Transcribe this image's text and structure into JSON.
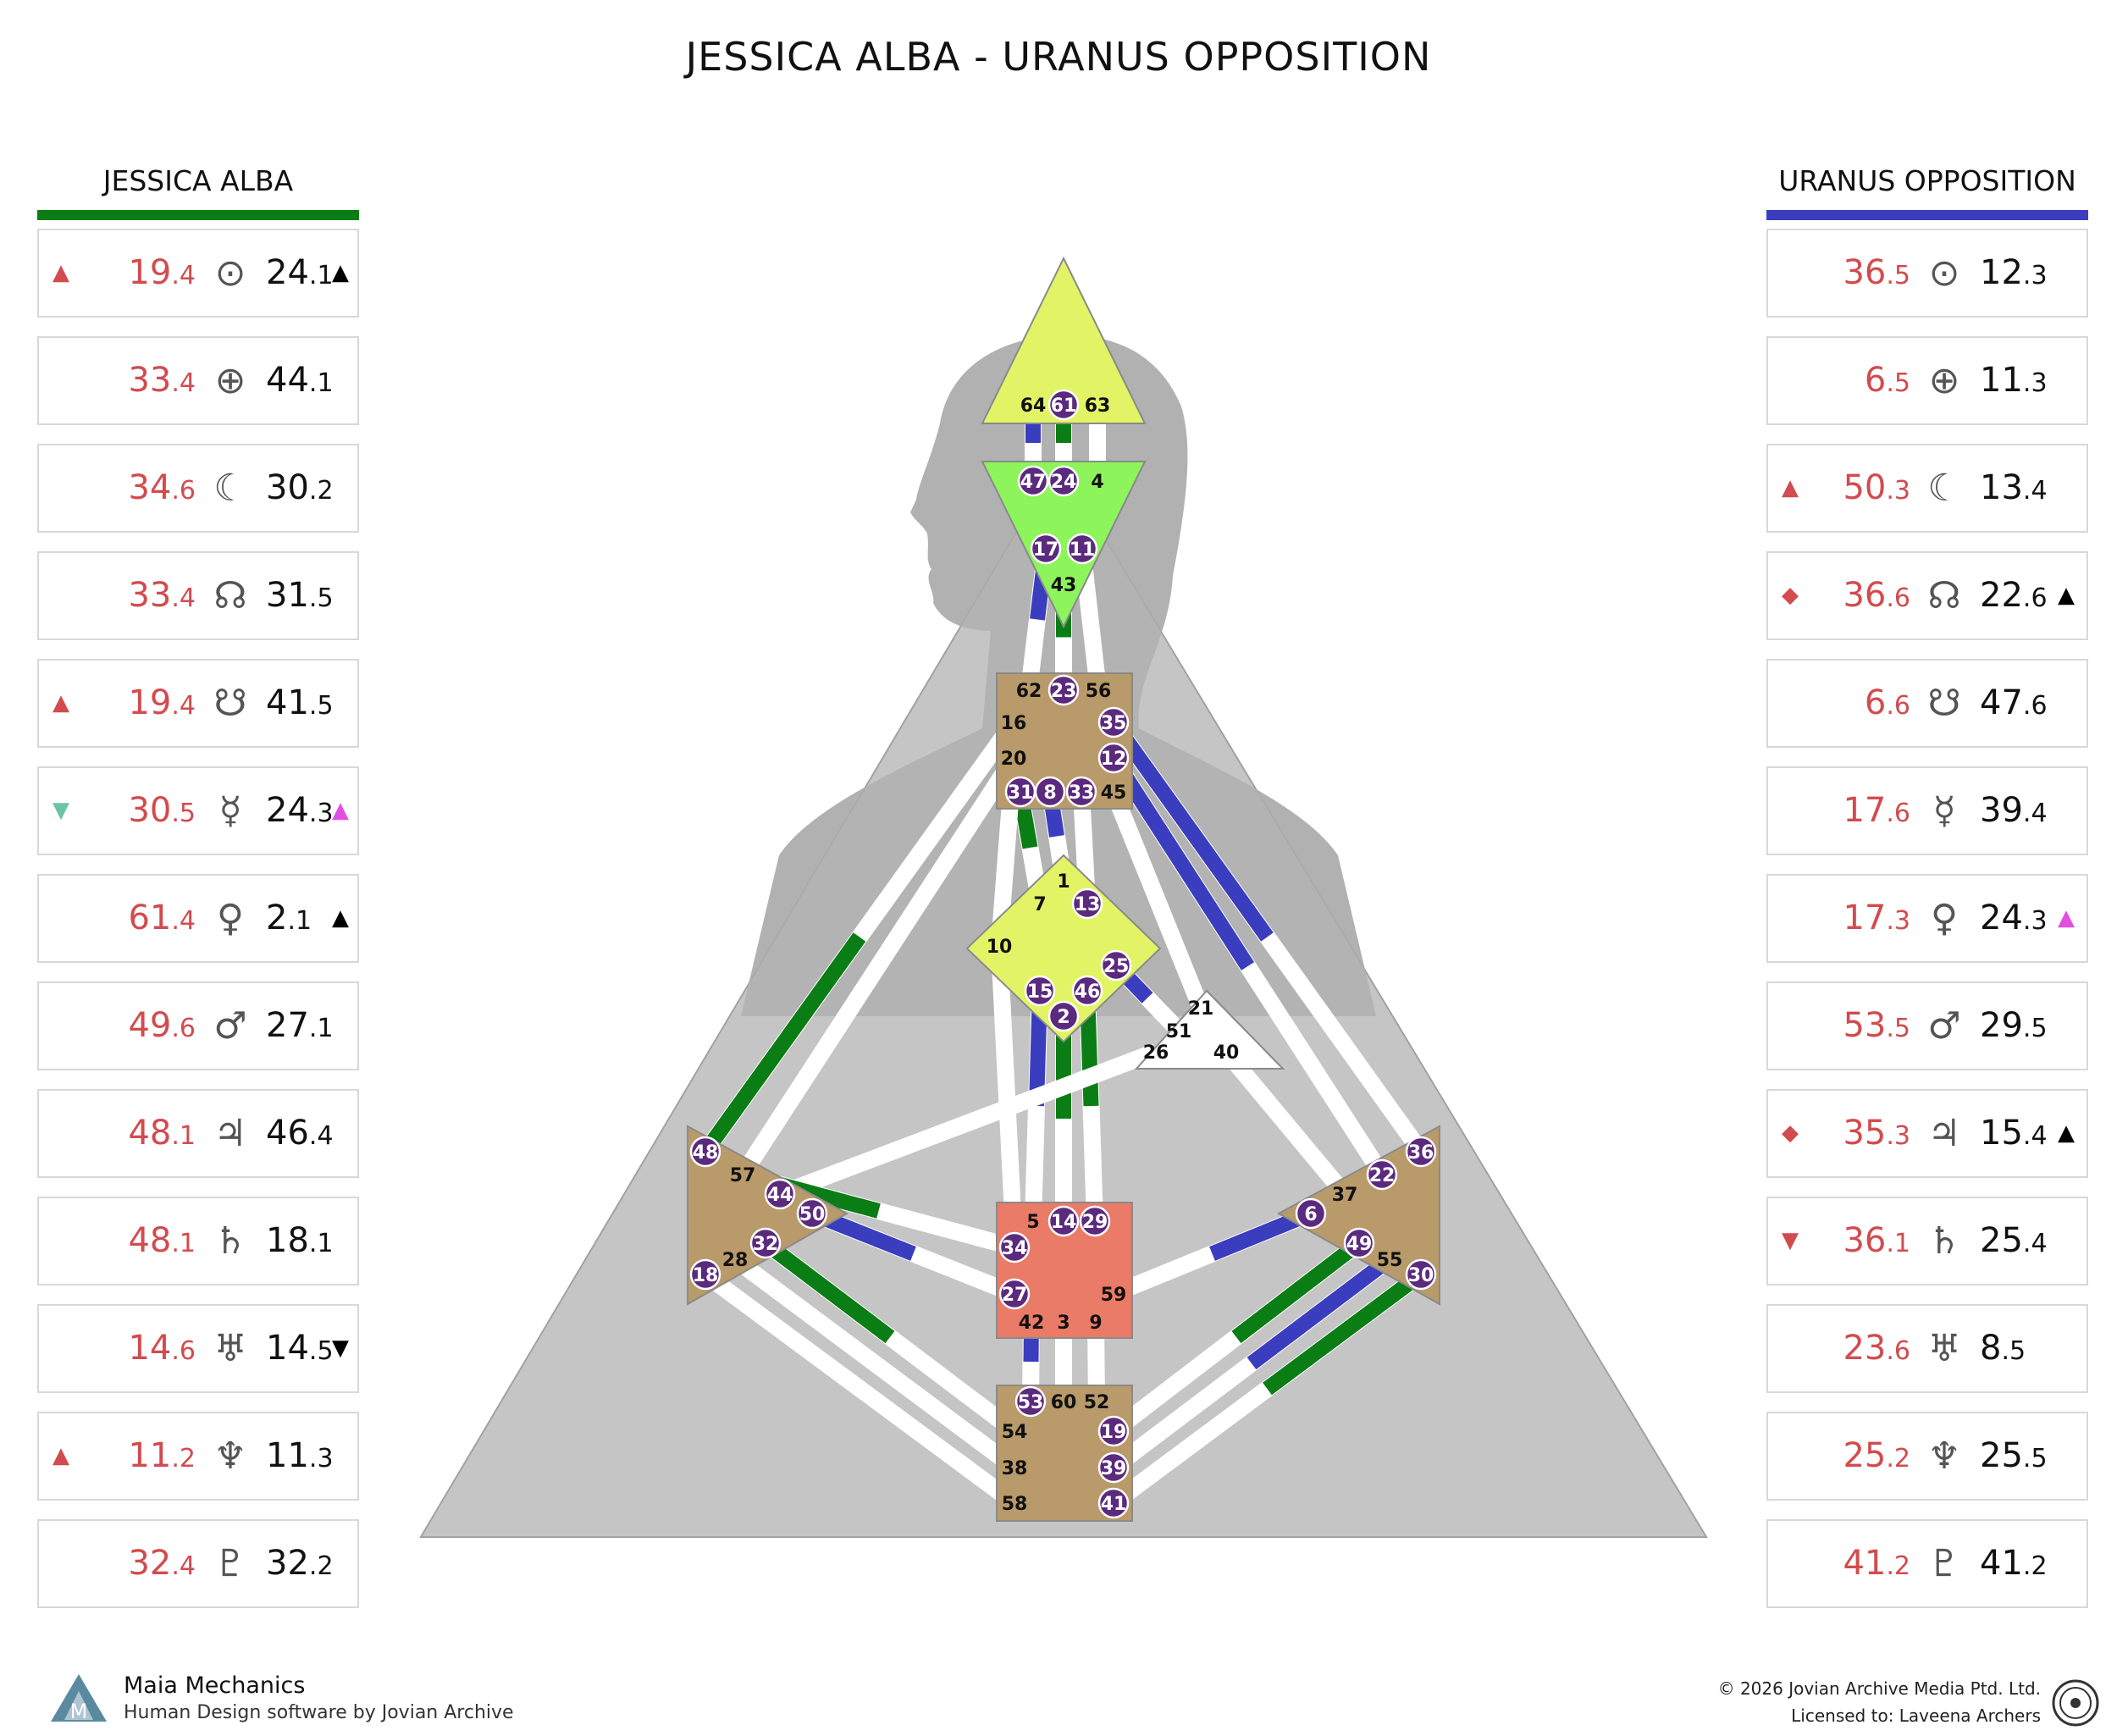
{
  "title": "JESSICA ALBA - URANUS OPPOSITION",
  "colors": {
    "design": "#d24b4e",
    "left_bar": "#0a7d14",
    "right_bar": "#3b3dbf"
  },
  "left": {
    "heading": "JESSICA ALBA",
    "rows": [
      {
        "planet": "sun-icon",
        "glyph": "⊙",
        "d_gate": "19",
        "d_line": ".4",
        "p_gate": "24",
        "p_line": ".1",
        "m1": "▲",
        "m1c": "#d24b4e",
        "m2": "▲",
        "m2c": "#000"
      },
      {
        "planet": "earth-icon",
        "glyph": "⊕",
        "d_gate": "33",
        "d_line": ".4",
        "p_gate": "44",
        "p_line": ".1",
        "m1": "",
        "m1c": "",
        "m2": "",
        "m2c": ""
      },
      {
        "planet": "moon-icon",
        "glyph": "☾",
        "d_gate": "34",
        "d_line": ".6",
        "p_gate": "30",
        "p_line": ".2",
        "m1": "",
        "m1c": "",
        "m2": "",
        "m2c": ""
      },
      {
        "planet": "north-node-icon",
        "glyph": "☊",
        "d_gate": "33",
        "d_line": ".4",
        "p_gate": "31",
        "p_line": ".5",
        "m1": "",
        "m1c": "",
        "m2": "",
        "m2c": ""
      },
      {
        "planet": "south-node-icon",
        "glyph": "☋",
        "d_gate": "19",
        "d_line": ".4",
        "p_gate": "41",
        "p_line": ".5",
        "m1": "▲",
        "m1c": "#d24b4e",
        "m2": "",
        "m2c": ""
      },
      {
        "planet": "mercury-icon",
        "glyph": "☿",
        "d_gate": "30",
        "d_line": ".5",
        "p_gate": "24",
        "p_line": ".3",
        "m1": "▼",
        "m1c": "#6cc4a4",
        "m2": "▲",
        "m2c": "#e24fe0"
      },
      {
        "planet": "venus-icon",
        "glyph": "♀",
        "d_gate": "61",
        "d_line": ".4",
        "p_gate": "2",
        "p_line": ".1",
        "m1": "",
        "m1c": "",
        "m2": "▲",
        "m2c": "#000"
      },
      {
        "planet": "mars-icon",
        "glyph": "♂",
        "d_gate": "49",
        "d_line": ".6",
        "p_gate": "27",
        "p_line": ".1",
        "m1": "",
        "m1c": "",
        "m2": "",
        "m2c": ""
      },
      {
        "planet": "jupiter-icon",
        "glyph": "♃",
        "d_gate": "48",
        "d_line": ".1",
        "p_gate": "46",
        "p_line": ".4",
        "m1": "",
        "m1c": "",
        "m2": "",
        "m2c": ""
      },
      {
        "planet": "saturn-icon",
        "glyph": "♄",
        "d_gate": "48",
        "d_line": ".1",
        "p_gate": "18",
        "p_line": ".1",
        "m1": "",
        "m1c": "",
        "m2": "",
        "m2c": ""
      },
      {
        "planet": "uranus-icon",
        "glyph": "♅",
        "d_gate": "14",
        "d_line": ".6",
        "p_gate": "14",
        "p_line": ".5",
        "m1": "",
        "m1c": "",
        "m2": "▼",
        "m2c": "#000"
      },
      {
        "planet": "neptune-icon",
        "glyph": "♆",
        "d_gate": "11",
        "d_line": ".2",
        "p_gate": "11",
        "p_line": ".3",
        "m1": "▲",
        "m1c": "#d24b4e",
        "m2": "",
        "m2c": ""
      },
      {
        "planet": "pluto-icon",
        "glyph": "♇",
        "d_gate": "32",
        "d_line": ".4",
        "p_gate": "32",
        "p_line": ".2",
        "m1": "",
        "m1c": "",
        "m2": "",
        "m2c": ""
      }
    ]
  },
  "right": {
    "heading": "URANUS OPPOSITION",
    "rows": [
      {
        "planet": "sun-icon",
        "glyph": "⊙",
        "d_gate": "36",
        "d_line": ".5",
        "p_gate": "12",
        "p_line": ".3",
        "m1": "",
        "m1c": "",
        "m2": "",
        "m2c": ""
      },
      {
        "planet": "earth-icon",
        "glyph": "⊕",
        "d_gate": "6",
        "d_line": ".5",
        "p_gate": "11",
        "p_line": ".3",
        "m1": "",
        "m1c": "",
        "m2": "",
        "m2c": ""
      },
      {
        "planet": "moon-icon",
        "glyph": "☾",
        "d_gate": "50",
        "d_line": ".3",
        "p_gate": "13",
        "p_line": ".4",
        "m1": "▲",
        "m1c": "#d24b4e",
        "m2": "",
        "m2c": ""
      },
      {
        "planet": "north-node-icon",
        "glyph": "☊",
        "d_gate": "36",
        "d_line": ".6",
        "p_gate": "22",
        "p_line": ".6",
        "m1": "◆",
        "m1c": "#d24b4e",
        "m2": "▲",
        "m2c": "#000"
      },
      {
        "planet": "south-node-icon",
        "glyph": "☋",
        "d_gate": "6",
        "d_line": ".6",
        "p_gate": "47",
        "p_line": ".6",
        "m1": "",
        "m1c": "",
        "m2": "",
        "m2c": ""
      },
      {
        "planet": "mercury-icon",
        "glyph": "☿",
        "d_gate": "17",
        "d_line": ".6",
        "p_gate": "39",
        "p_line": ".4",
        "m1": "",
        "m1c": "",
        "m2": "",
        "m2c": ""
      },
      {
        "planet": "venus-icon",
        "glyph": "♀",
        "d_gate": "17",
        "d_line": ".3",
        "p_gate": "24",
        "p_line": ".3",
        "m1": "",
        "m1c": "",
        "m2": "▲",
        "m2c": "#e24fe0"
      },
      {
        "planet": "mars-icon",
        "glyph": "♂",
        "d_gate": "53",
        "d_line": ".5",
        "p_gate": "29",
        "p_line": ".5",
        "m1": "",
        "m1c": "",
        "m2": "",
        "m2c": ""
      },
      {
        "planet": "jupiter-icon",
        "glyph": "♃",
        "d_gate": "35",
        "d_line": ".3",
        "p_gate": "15",
        "p_line": ".4",
        "m1": "◆",
        "m1c": "#d24b4e",
        "m2": "▲",
        "m2c": "#000"
      },
      {
        "planet": "saturn-icon",
        "glyph": "♄",
        "d_gate": "36",
        "d_line": ".1",
        "p_gate": "25",
        "p_line": ".4",
        "m1": "▼",
        "m1c": "#d24b4e",
        "m2": "",
        "m2c": ""
      },
      {
        "planet": "uranus-icon",
        "glyph": "♅",
        "d_gate": "23",
        "d_line": ".6",
        "p_gate": "8",
        "p_line": ".5",
        "m1": "",
        "m1c": "",
        "m2": "",
        "m2c": ""
      },
      {
        "planet": "neptune-icon",
        "glyph": "♆",
        "d_gate": "25",
        "d_line": ".2",
        "p_gate": "25",
        "p_line": ".5",
        "m1": "",
        "m1c": "",
        "m2": "",
        "m2c": ""
      },
      {
        "planet": "pluto-icon",
        "glyph": "♇",
        "d_gate": "41",
        "d_line": ".2",
        "p_gate": "41",
        "p_line": ".2",
        "m1": "",
        "m1c": "",
        "m2": "",
        "m2c": ""
      }
    ]
  },
  "bodygraph": {
    "center_colors": {
      "head": "#e2f466",
      "ajna": "#8df45c",
      "throat": "#b99a6a",
      "g": "#e2f466",
      "heart": "#ffffff",
      "spleen": "#b99a6a",
      "solar": "#b99a6a",
      "sacral": "#ea7b67",
      "root": "#b99a6a"
    },
    "active_gates": [
      "61",
      "47",
      "24",
      "17",
      "11",
      "23",
      "35",
      "12",
      "31",
      "8",
      "33",
      "13",
      "25",
      "46",
      "15",
      "2",
      "48",
      "44",
      "50",
      "32",
      "18",
      "22",
      "36",
      "6",
      "49",
      "30",
      "14",
      "29",
      "34",
      "27",
      "53",
      "19",
      "39",
      "41"
    ],
    "gates": [
      {
        "n": "64",
        "c": "head"
      },
      {
        "n": "61",
        "c": "head"
      },
      {
        "n": "63",
        "c": "head"
      },
      {
        "n": "47",
        "c": "ajna"
      },
      {
        "n": "24",
        "c": "ajna"
      },
      {
        "n": "4",
        "c": "ajna"
      },
      {
        "n": "17",
        "c": "ajna"
      },
      {
        "n": "11",
        "c": "ajna"
      },
      {
        "n": "43",
        "c": "ajna"
      },
      {
        "n": "62",
        "c": "throat"
      },
      {
        "n": "23",
        "c": "throat"
      },
      {
        "n": "56",
        "c": "throat"
      },
      {
        "n": "16",
        "c": "throat"
      },
      {
        "n": "35",
        "c": "throat"
      },
      {
        "n": "20",
        "c": "throat"
      },
      {
        "n": "12",
        "c": "throat"
      },
      {
        "n": "31",
        "c": "throat"
      },
      {
        "n": "8",
        "c": "throat"
      },
      {
        "n": "33",
        "c": "throat"
      },
      {
        "n": "45",
        "c": "throat"
      },
      {
        "n": "1",
        "c": "g"
      },
      {
        "n": "7",
        "c": "g"
      },
      {
        "n": "13",
        "c": "g"
      },
      {
        "n": "10",
        "c": "g"
      },
      {
        "n": "25",
        "c": "g"
      },
      {
        "n": "15",
        "c": "g"
      },
      {
        "n": "46",
        "c": "g"
      },
      {
        "n": "2",
        "c": "g"
      },
      {
        "n": "21",
        "c": "heart"
      },
      {
        "n": "51",
        "c": "heart"
      },
      {
        "n": "26",
        "c": "heart"
      },
      {
        "n": "40",
        "c": "heart"
      },
      {
        "n": "48",
        "c": "spleen"
      },
      {
        "n": "57",
        "c": "spleen"
      },
      {
        "n": "44",
        "c": "spleen"
      },
      {
        "n": "50",
        "c": "spleen"
      },
      {
        "n": "32",
        "c": "spleen"
      },
      {
        "n": "28",
        "c": "spleen"
      },
      {
        "n": "18",
        "c": "spleen"
      },
      {
        "n": "36",
        "c": "solar"
      },
      {
        "n": "22",
        "c": "solar"
      },
      {
        "n": "37",
        "c": "solar"
      },
      {
        "n": "6",
        "c": "solar"
      },
      {
        "n": "49",
        "c": "solar"
      },
      {
        "n": "55",
        "c": "solar"
      },
      {
        "n": "30",
        "c": "solar"
      },
      {
        "n": "5",
        "c": "sacral"
      },
      {
        "n": "14",
        "c": "sacral"
      },
      {
        "n": "29",
        "c": "sacral"
      },
      {
        "n": "34",
        "c": "sacral"
      },
      {
        "n": "27",
        "c": "sacral"
      },
      {
        "n": "59",
        "c": "sacral"
      },
      {
        "n": "42",
        "c": "sacral"
      },
      {
        "n": "3",
        "c": "sacral"
      },
      {
        "n": "9",
        "c": "sacral"
      },
      {
        "n": "53",
        "c": "root"
      },
      {
        "n": "60",
        "c": "root"
      },
      {
        "n": "52",
        "c": "root"
      },
      {
        "n": "54",
        "c": "root"
      },
      {
        "n": "19",
        "c": "root"
      },
      {
        "n": "38",
        "c": "root"
      },
      {
        "n": "39",
        "c": "root"
      },
      {
        "n": "58",
        "c": "root"
      },
      {
        "n": "41",
        "c": "root"
      }
    ]
  },
  "footer": {
    "brand": "Maia Mechanics",
    "tagline": "Human Design software by Jovian Archive",
    "copyright": "© 2026 Jovian Archive Media Ptd. Ltd.",
    "license": "Licensed to: Laveena Archers"
  }
}
